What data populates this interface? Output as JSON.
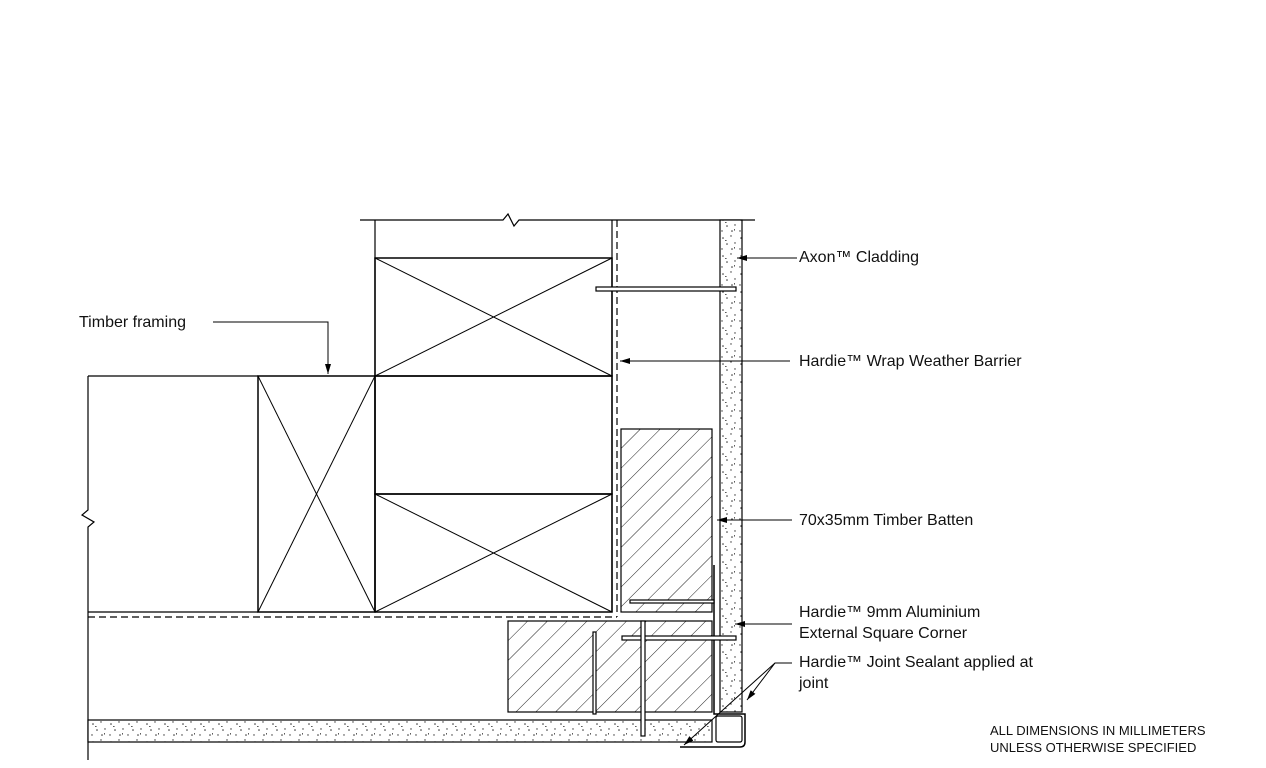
{
  "labels": {
    "timber_framing": "Timber framing",
    "axon_cladding": "Axon™ Cladding",
    "wrap": "Hardie™ Wrap Weather Barrier",
    "batten": "70x35mm Timber Batten",
    "corner_line1": "Hardie™ 9mm Aluminium",
    "corner_line2": "External Square Corner",
    "sealant_line1": "Hardie™ Joint Sealant applied at",
    "sealant_line2": "joint"
  },
  "notes": {
    "line1": "ALL DIMENSIONS IN MILLIMETERS",
    "line2": "UNLESS OTHERWISE SPECIFIED"
  }
}
